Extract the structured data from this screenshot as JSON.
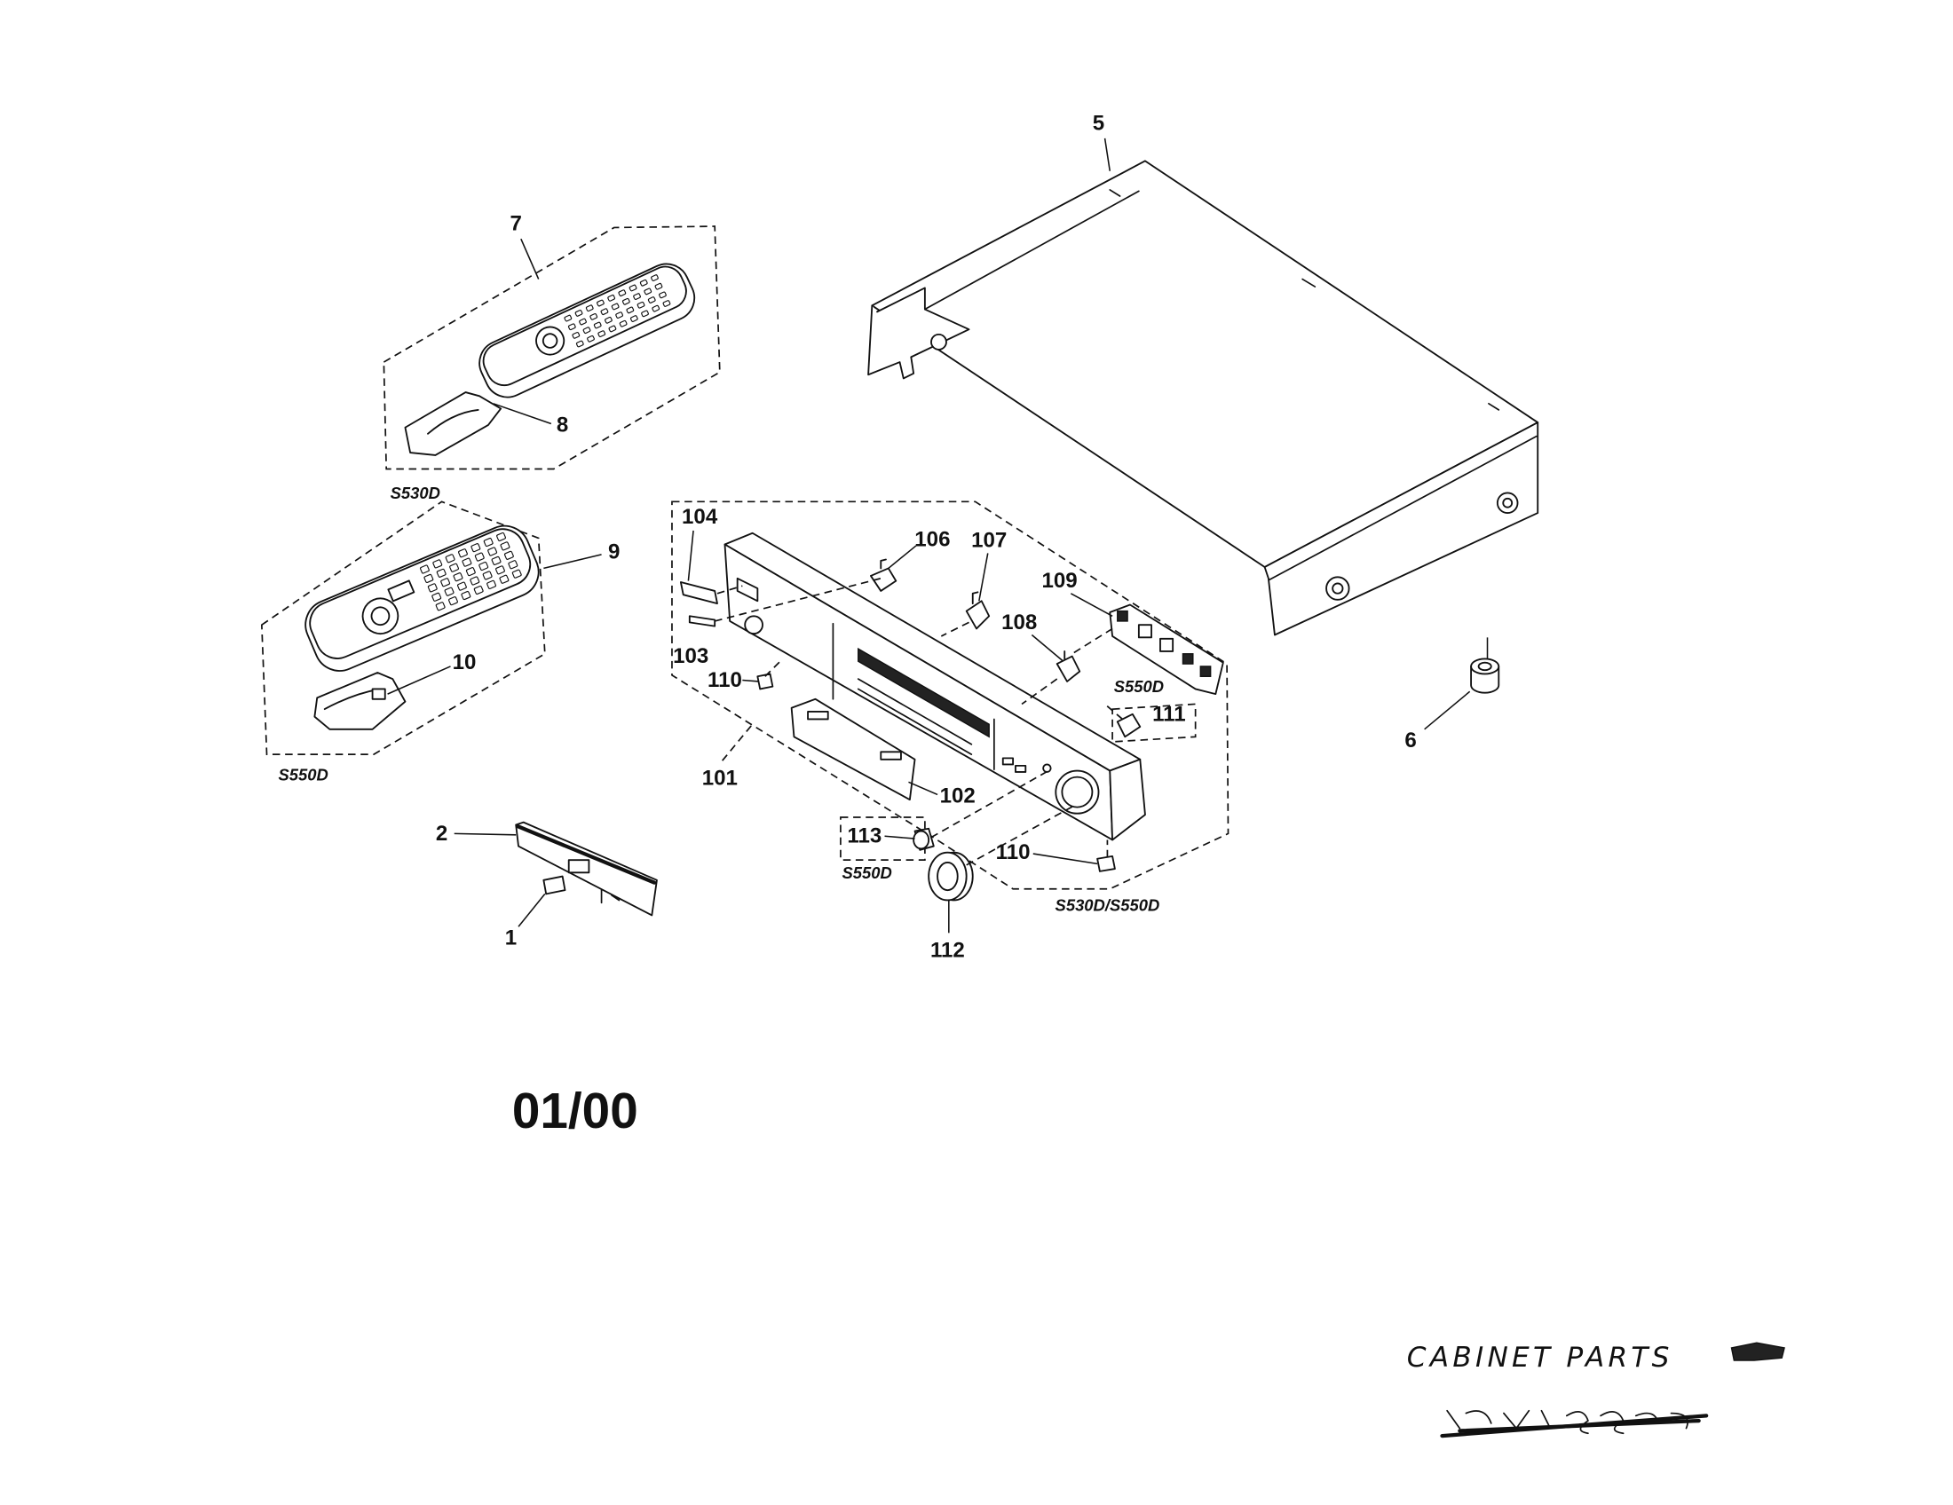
{
  "labels": {
    "p1": "1",
    "p2": "2",
    "p5": "5",
    "p6": "6",
    "p7": "7",
    "p8": "8",
    "p9": "9",
    "p10": "10",
    "p101": "101",
    "p102": "102",
    "p103": "103",
    "p104": "104",
    "p106": "106",
    "p107": "107",
    "p108": "108",
    "p109": "109",
    "p110": "110",
    "p111": "111",
    "p112": "112",
    "p113": "113"
  },
  "model_tags": {
    "s530d": "S530D",
    "s550d": "S550D",
    "s530d_s550d": "S530D/S550D"
  },
  "date_code": "01/00",
  "note": {
    "title": "CABINET PARTS"
  },
  "colors": {
    "ink": "#111111",
    "paper": "#ffffff"
  }
}
